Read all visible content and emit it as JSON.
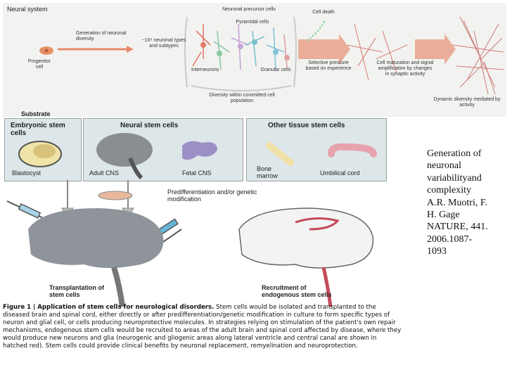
{
  "top_figure": {
    "section_label": "Neural system",
    "labels": {
      "progenitor": "Progenitor cell",
      "generation": "Generation of neuronal diversity",
      "count": "~10⁹ neuronal types and subtypes",
      "precursor": "Neuronal precursor cells",
      "pyramidal": "Pyramidal cells",
      "interneurons": "Interneurons",
      "granular": "Granular cells",
      "diversity": "Diversity within committed cell population",
      "cell_death": "Cell death",
      "selective": "Selective pressure based on experience",
      "maturation": "Cell maturation and signal amplification by changes in synaptic activity",
      "dynamic": "Dynamic diversity mediated by activity"
    }
  },
  "bottom_figure": {
    "substrate_label": "Substrate",
    "panels": {
      "embryonic_title": "Embryonic stem cells",
      "blastocyst": "Blastocyst",
      "neural_title": "Neural stem cells",
      "adult_cns": "Adult CNS",
      "fetal_cns": "Fetal CNS",
      "other_title": "Other tissue stem cells",
      "bone_marrow": "Bone marrow",
      "umbilical": "Umbilical cord"
    },
    "prediff": "Predifferentiation and/or genetic modification",
    "transplant": "Transplantation of stem cells",
    "recruitment": "Recruitment of endogenous stem cells",
    "caption_title": "Figure 1 | Application of stem cells for neurological disorders.",
    "caption_body": "Stem cells would be isolated and transplanted to the diseased brain and spinal cord, either directly or after predifferentiation/genetic modification in culture to form specific types of neuron and glial cell, or cells producing neuroprotective molecules. In strategies relying on stimulation of the patient's own repair mechanisms, endogenous stem cells would be recruited to areas of the adult brain and spinal cord affected by disease, where they would produce new neurons and glia (neurogenic and gliogenic areas along lateral ventricle and central canal are shown in hatched red). Stem cells could provide clinical benefits by neuronal replacement, remyelination and neuroprotection."
  },
  "side_text": {
    "line1": "Generation of",
    "line2": "neuronal",
    "line3": "variabilityand",
    "line4": "complexity",
    "line5": "A.R. Muotri, F.",
    "line6": "H. Gage",
    "line7": "NATURE, 441.",
    "line8": "2006.1087-",
    "line9": "1093"
  }
}
